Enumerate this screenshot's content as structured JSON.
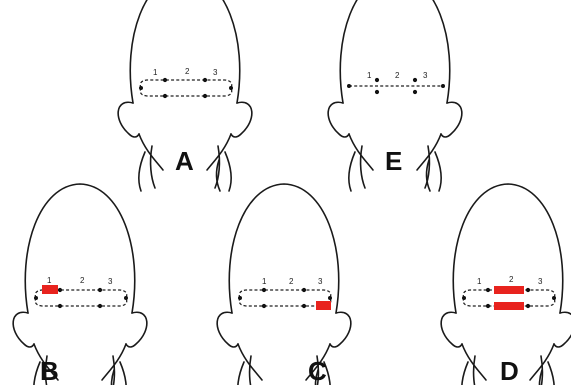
{
  "panels": [
    {
      "id": "A",
      "letter": "A",
      "labels": [
        "1",
        "2",
        "3"
      ],
      "variant": "loop",
      "highlights": []
    },
    {
      "id": "E",
      "letter": "E",
      "labels": [
        "1",
        "2",
        "3"
      ],
      "variant": "line",
      "highlights": []
    },
    {
      "id": "B",
      "letter": "B",
      "labels": [
        "1",
        "2",
        "3"
      ],
      "variant": "loop",
      "highlights": [
        "top-1"
      ]
    },
    {
      "id": "C",
      "letter": "C",
      "labels": [
        "1",
        "2",
        "3"
      ],
      "variant": "loop",
      "highlights": [
        "bottom-3"
      ]
    },
    {
      "id": "D",
      "letter": "D",
      "labels": [
        "1",
        "2",
        "3"
      ],
      "variant": "loop",
      "highlights": [
        "top-2",
        "bottom-2"
      ]
    }
  ],
  "colors": {
    "highlight": "#e8231e",
    "ink": "#1a1a1a"
  }
}
